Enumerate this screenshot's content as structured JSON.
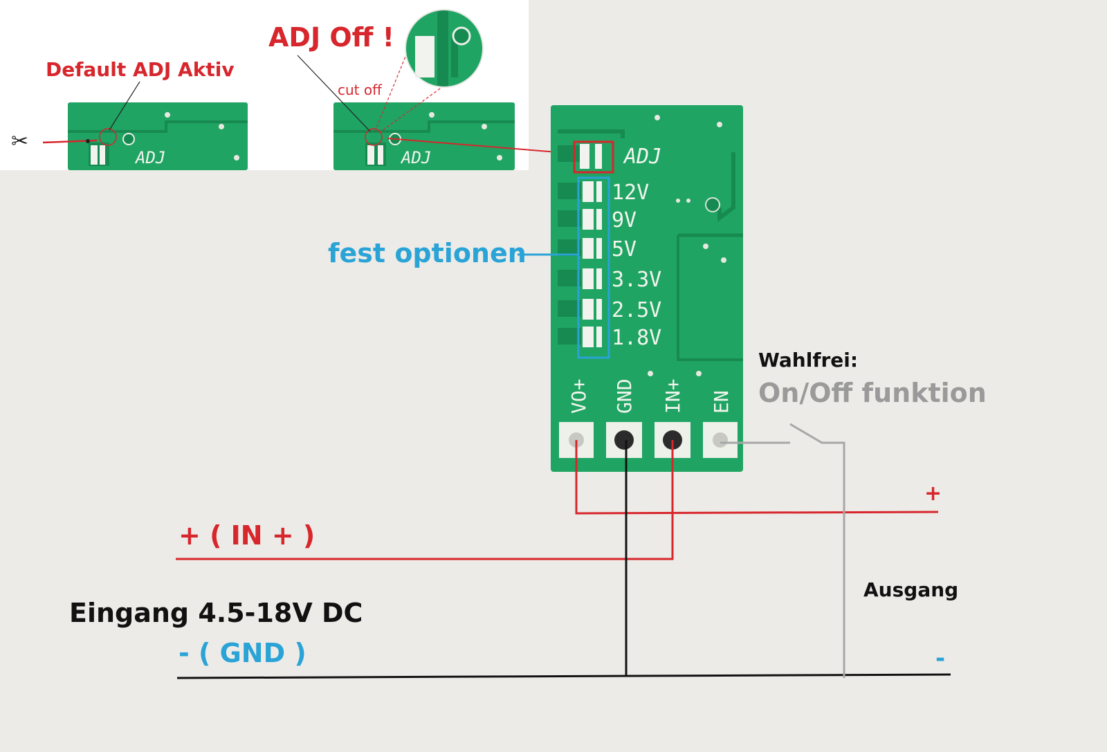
{
  "colors": {
    "background": "#ecebe7",
    "pcb_green": "#1fa463",
    "pcb_dark_trace": "#178a52",
    "red_annotation": "#d7262c",
    "blue_annotation": "#2aa3d6",
    "gray_annotation": "#a7a7a7",
    "black_wire": "#111111"
  },
  "inset": {
    "default_label": "Default ADJ Aktiv",
    "adj_off_label": "ADJ Off !",
    "cut_off_label": "cut off",
    "silk_adj": "ADJ",
    "scissors_icon": "✂"
  },
  "board": {
    "adj_label": "ADJ",
    "voltage_options": [
      "12V",
      "9V",
      "5V",
      "3.3V",
      "2.5V",
      "1.8V"
    ],
    "pins": [
      "VO+",
      "GND",
      "IN+",
      "EN"
    ]
  },
  "annotations": {
    "fest_optionen": "fest optionen",
    "wahlfrei": "Wahlfrei:",
    "onoff": "On/Off funktion",
    "out_plus": "+",
    "out_minus": "-",
    "in_plus": "+ ( IN + )",
    "eingang": "Eingang 4.5-18V DC",
    "in_gnd": "- ( GND )",
    "ausgang": "Ausgang"
  }
}
